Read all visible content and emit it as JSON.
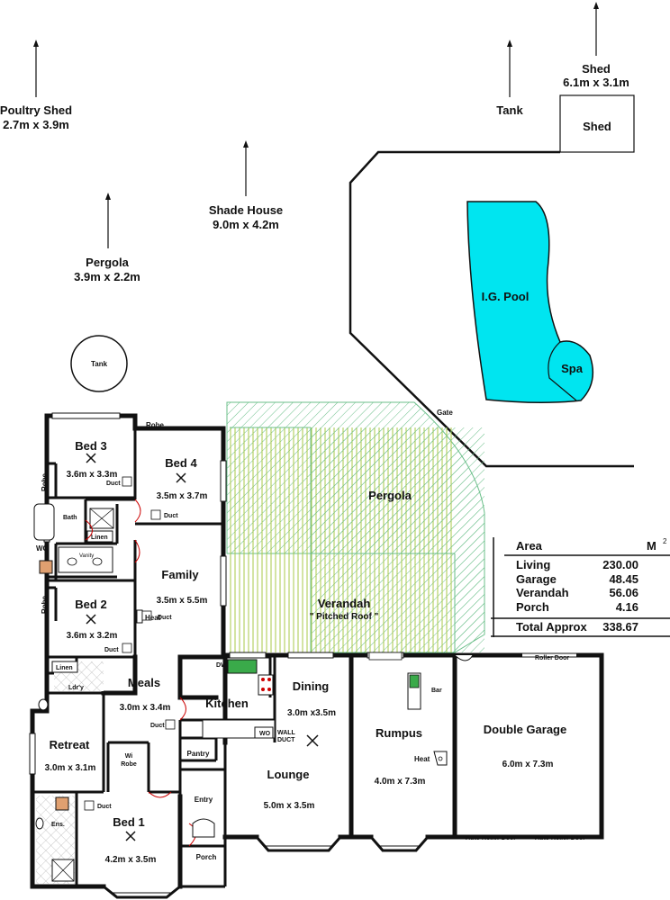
{
  "outbuildings": {
    "poultry_shed": {
      "name": "Poultry Shed",
      "size": "2.7m x 3.9m"
    },
    "pergola_out": {
      "name": "Pergola",
      "size": "3.9m x 2.2m"
    },
    "shade_house": {
      "name": "Shade House",
      "size": "9.0m x 4.2m"
    },
    "tank_top": "Tank",
    "shed_top": {
      "name": "Shed",
      "size": "6.1m x 3.1m"
    },
    "shed_box": "Shed",
    "tank_round": "Tank",
    "pool": "I.G. Pool",
    "spa": "Spa",
    "gate": "Gate"
  },
  "rooms": {
    "bed3": {
      "name": "Bed 3",
      "size": "3.6m x 3.3m"
    },
    "bed4": {
      "name": "Bed 4",
      "size": "3.5m x 3.7m"
    },
    "bed2": {
      "name": "Bed 2",
      "size": "3.6m x 3.2m"
    },
    "bed1": {
      "name": "Bed 1",
      "size": "4.2m x 3.5m"
    },
    "family": {
      "name": "Family",
      "size": "3.5m x 5.5m"
    },
    "meals": {
      "name": "Meals",
      "size": "3.0m x 3.4m"
    },
    "retreat": {
      "name": "Retreat",
      "size": "3.0m x 3.1m"
    },
    "kitchen": {
      "name": "Kitchen"
    },
    "dining": {
      "name": "Dining",
      "size": "3.0m x3.5m"
    },
    "lounge": {
      "name": "Lounge",
      "size": "5.0m x 3.5m"
    },
    "rumpus": {
      "name": "Rumpus",
      "size": "4.0m x 7.3m"
    },
    "garage": {
      "name": "Double Garage",
      "size": "6.0m x 7.3m"
    },
    "pergola": {
      "name": "Pergola"
    },
    "verandah": {
      "name": "Verandah",
      "note": "\" Pitched Roof \""
    }
  },
  "small_labels": {
    "robe_top": "Robe",
    "robe_bed3": "Robe",
    "robe_bed2": "Robe",
    "bath": "Bath",
    "linen1": "Linen",
    "linen2": "Linen",
    "wc": "WC",
    "vanity": "Vanity",
    "ldry": "Ldr'y",
    "duct_bed3": "Duct",
    "duct_bed4": "Duct",
    "duct_family": "Duct",
    "duct_bed2": "Duct",
    "duct_meals": "Duct",
    "duct_bed1": "Duct",
    "heat_family": "Heat",
    "heat_rumpus": "Heat",
    "dw": "DW",
    "wo": "WO",
    "wall_duct_1": "WALL",
    "wall_duct_2": "DUCT",
    "pantry": "Pantry",
    "wi_robe_1": "Wi",
    "wi_robe_2": "Robe",
    "ens": "Ens.",
    "entry": "Entry",
    "porch": "Porch",
    "bar": "Bar",
    "roller_door": "Roller Door",
    "auto_roller_1": "Auto Roller Door",
    "auto_roller_2": "Auto Roller Door"
  },
  "area_table": {
    "header_label": "Area",
    "header_unit": "M",
    "header_sup": "2",
    "rows": [
      {
        "label": "Living",
        "value": "230.00"
      },
      {
        "label": "Garage",
        "value": "48.45"
      },
      {
        "label": "Verandah",
        "value": "56.06"
      },
      {
        "label": "Porch",
        "value": "4.16"
      }
    ],
    "total_label": "Total Approx",
    "total_value": "338.67"
  },
  "colors": {
    "pool": "#00e5f0",
    "pergola_hatch": "#6bbf8a",
    "verandah_hatch": "#9acd32",
    "floor_tile": "#d9d9d9"
  }
}
